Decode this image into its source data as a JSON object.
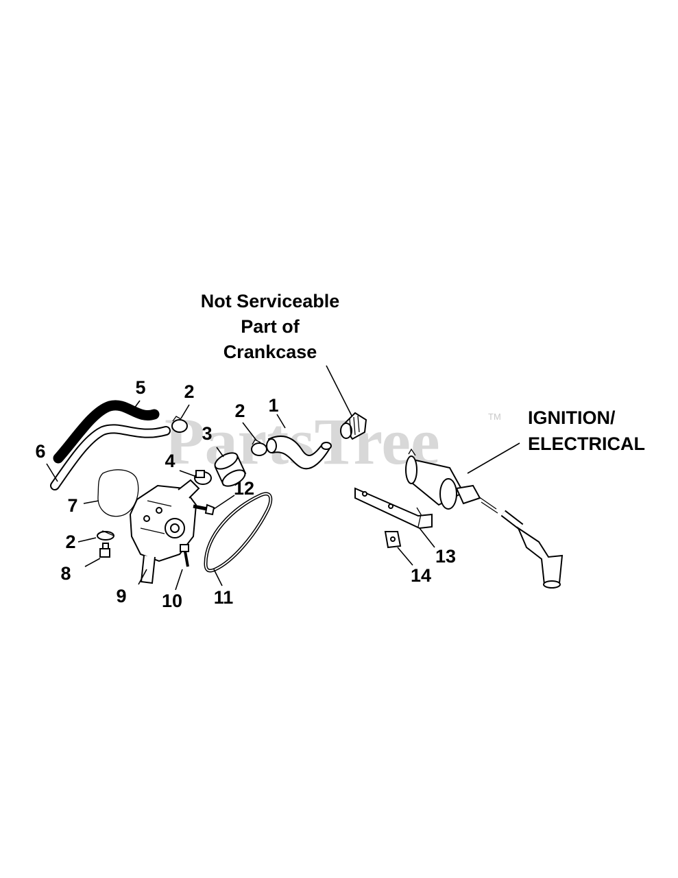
{
  "watermark": {
    "text": "PartsTree",
    "trademark": "TM"
  },
  "notes": {
    "not_serviceable": [
      "Not Serviceable",
      "Part of",
      "Crankcase"
    ],
    "ignition": [
      "IGNITION/",
      "ELECTRICAL"
    ]
  },
  "callouts": {
    "c1": "1",
    "c2a": "2",
    "c2b": "2",
    "c2c": "2",
    "c3": "3",
    "c4": "4",
    "c5": "5",
    "c6": "6",
    "c7": "7",
    "c8": "8",
    "c9": "9",
    "c10": "10",
    "c11": "11",
    "c12": "12",
    "c13": "13",
    "c14": "14"
  }
}
